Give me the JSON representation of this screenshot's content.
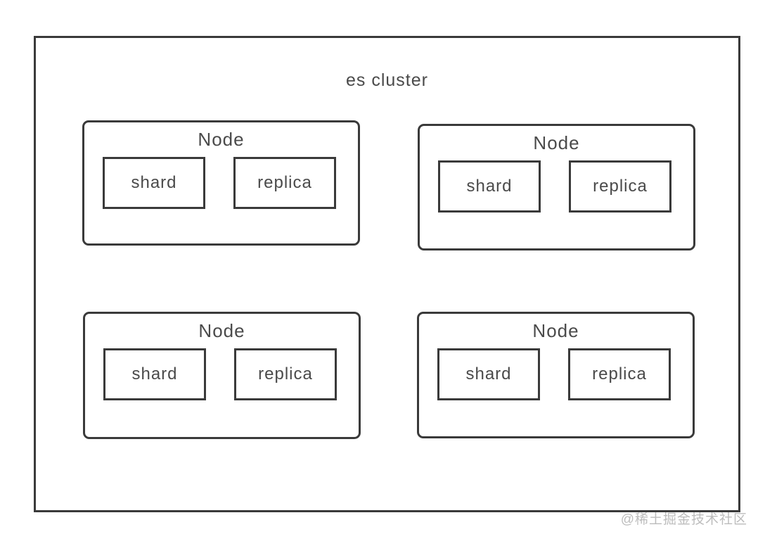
{
  "diagram": {
    "title": "es cluster",
    "nodes": [
      {
        "label": "Node",
        "children": [
          {
            "label": "shard"
          },
          {
            "label": "replica"
          }
        ]
      },
      {
        "label": "Node",
        "children": [
          {
            "label": "shard"
          },
          {
            "label": "replica"
          }
        ]
      },
      {
        "label": "Node",
        "children": [
          {
            "label": "shard"
          },
          {
            "label": "replica"
          }
        ]
      },
      {
        "label": "Node",
        "children": [
          {
            "label": "shard"
          },
          {
            "label": "replica"
          }
        ]
      }
    ]
  },
  "watermark": {
    "text": "@稀土掘金技术社区"
  },
  "colors": {
    "line": "#3a3a3a",
    "text": "#4a4a4a",
    "watermark": "#bcbcbc",
    "background": "#ffffff"
  }
}
